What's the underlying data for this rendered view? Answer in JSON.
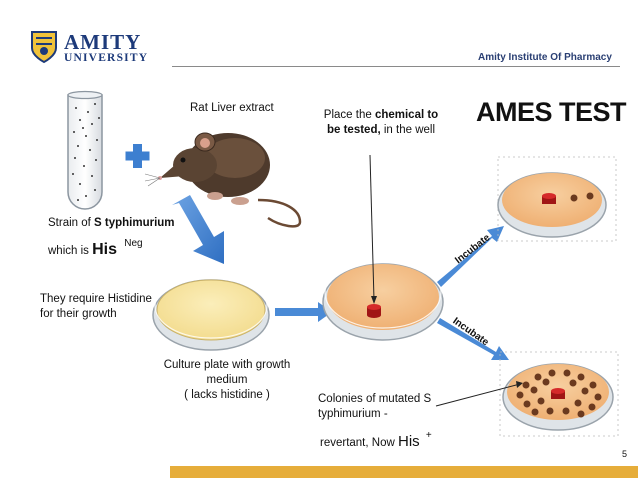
{
  "header": {
    "logo_line1": "AMITY",
    "logo_line2": "UNIVERSITY",
    "institute": "Amity Institute Of Pharmacy"
  },
  "slide": {
    "title": "AMES TEST",
    "rat_label": "Rat Liver extract",
    "place_pre": "Place the ",
    "place_bold": "chemical to be tested,",
    "place_post": " in the well",
    "strain_pre": "Strain of ",
    "strain_bold": "S typhimurium",
    "which_is": "which is ",
    "his": "His",
    "neg": "Neg",
    "require_line1": "They require Histidine",
    "require_line2": "for their growth",
    "culture_line1": "Culture plate with growth",
    "culture_line2": "medium",
    "culture_line3": "( lacks histidine )",
    "incubate_top": "Incubate",
    "incubate_bottom": "Incubate",
    "colonies_line1": "Colonies of mutated S",
    "colonies_line2": "typhimurium -",
    "revertant_pre": "revertant, Now ",
    "his_plus": "His",
    "plus": "+"
  },
  "footer": {
    "page_number": "5"
  },
  "colors": {
    "accent_blue": "#3d7fd0",
    "footer_bar": "#e6ad3a",
    "agar": "#f2b97d",
    "culture_agar": "#f7e3a0",
    "well_red": "#c81b1b",
    "colony": "#6b3a1f"
  }
}
